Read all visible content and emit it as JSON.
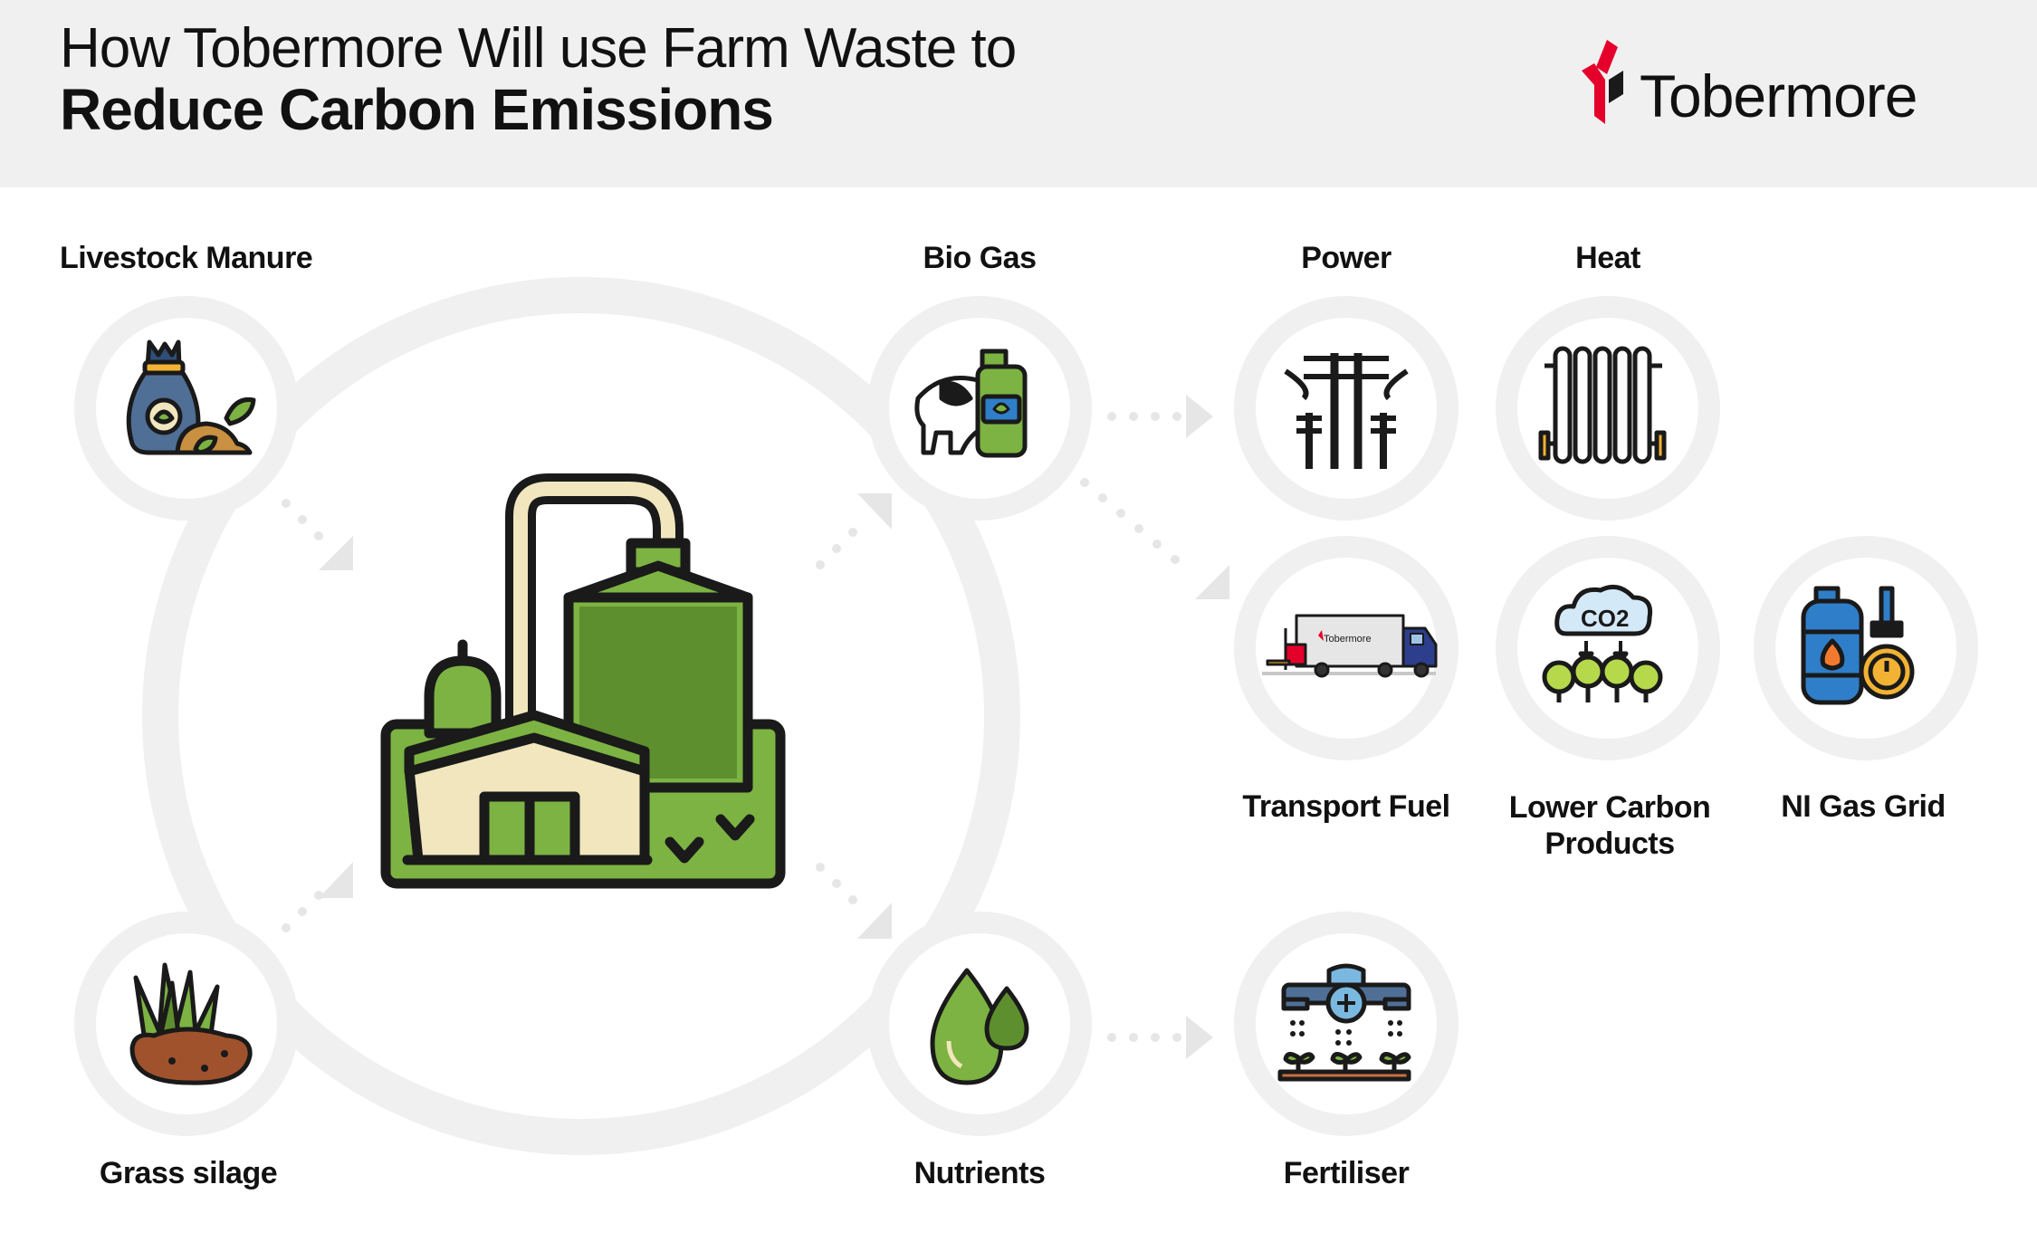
{
  "header": {
    "title_line1": "How Tobermore Will use Farm Waste to",
    "title_line2": "Reduce Carbon Emissions",
    "brand_name": "Tobermore",
    "brand_icon": "tobermore-logo-icon"
  },
  "nodes": {
    "livestock_manure": {
      "label": "Livestock Manure",
      "icon": "manure-bag-icon"
    },
    "grass_silage": {
      "label": "Grass silage",
      "icon": "grass-icon"
    },
    "bio_gas": {
      "label": "Bio Gas",
      "icon": "cow-gas-cylinder-icon"
    },
    "nutrients": {
      "label": "Nutrients",
      "icon": "water-drops-icon"
    },
    "power": {
      "label": "Power",
      "icon": "power-lines-icon"
    },
    "heat": {
      "label": "Heat",
      "icon": "radiator-icon"
    },
    "transport_fuel": {
      "label": "Transport Fuel",
      "icon": "truck-icon",
      "truck_text": "Tobermore"
    },
    "lower_carbon": {
      "label": "Lower Carbon Products",
      "icon": "co2-trees-icon",
      "co2_text": "CO2"
    },
    "ni_gas_grid": {
      "label": "NI Gas Grid",
      "icon": "gas-grid-icon"
    },
    "fertiliser": {
      "label": "Fertiliser",
      "icon": "sprinkler-icon"
    },
    "digester": {
      "icon": "biogas-plant-icon"
    }
  },
  "colors": {
    "green": "#7cb342",
    "dark_green": "#5e8f2e",
    "beige": "#f1e6bd",
    "ring": "#f0f0f0",
    "brand_red": "#e4002b",
    "outline": "#1a1a1a",
    "blue": "#2f7ec9"
  }
}
